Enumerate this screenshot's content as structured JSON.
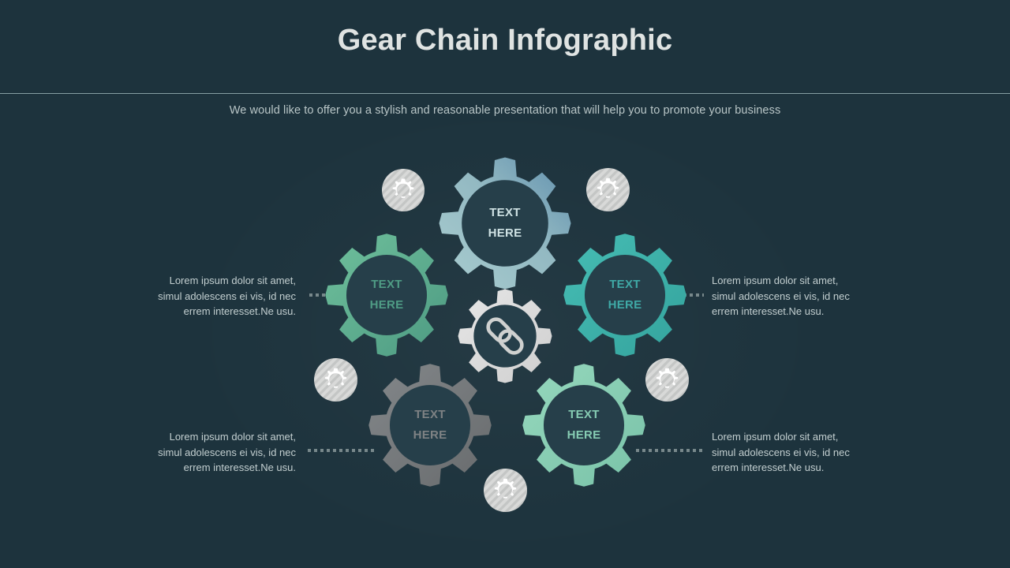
{
  "header": {
    "title": "Gear Chain Infographic",
    "subtitle": "We would like to offer you a stylish and reasonable presentation that will help you to promote your business"
  },
  "colors": {
    "background": "#1d333d",
    "title": "#dfe3e2",
    "subtitle": "#b9c6c7",
    "divider": "#a9c3c6",
    "body_text": "#c3cfd0",
    "dot_connector": "#8b9a9c",
    "gear_top": "#9fc0c4",
    "gear_left": "#63b694",
    "gear_right": "#3fb5ad",
    "gear_bottom_left": "#7b7e80",
    "gear_bottom_right": "#8ed3b8",
    "gear_center": "#dcdcdc",
    "small_gear": "#cfd1d0",
    "hub": "#263f4a"
  },
  "gears": [
    {
      "id": "top",
      "line1": "TEXT",
      "line2": "HERE",
      "label_color": "#cfe2e4",
      "fill": "#9fc0c4",
      "fill_alt": "#6f9bb5"
    },
    {
      "id": "left",
      "line1": "TEXT",
      "line2": "HERE",
      "label_color": "#4f9c85",
      "fill": "#63b694",
      "fill_alt": "#4e9d85"
    },
    {
      "id": "right",
      "line1": "TEXT",
      "line2": "HERE",
      "label_color": "#3fa9a6",
      "fill": "#3fb5ad",
      "fill_alt": "#35a6a0"
    },
    {
      "id": "bottom-left",
      "line1": "TEXT",
      "line2": "HERE",
      "label_color": "#7e8284",
      "fill": "#7b7e80",
      "fill_alt": "#6a6d6f"
    },
    {
      "id": "bottom-right",
      "line1": "TEXT",
      "line2": "HERE",
      "label_color": "#86ccb3",
      "fill": "#8ed3b8",
      "fill_alt": "#7cc5ab"
    }
  ],
  "center_gear": {
    "icon": "chain-link-icon",
    "fill": "#dcdcdc"
  },
  "small_gears": [
    {
      "id": "sg-top-left",
      "icon": "gear-icon"
    },
    {
      "id": "sg-top-right",
      "icon": "gear-icon"
    },
    {
      "id": "sg-mid-left",
      "icon": "gear-icon"
    },
    {
      "id": "sg-mid-right",
      "icon": "gear-icon"
    },
    {
      "id": "sg-bottom",
      "icon": "gear-icon"
    }
  ],
  "captions": [
    {
      "id": "caption-left-middle",
      "align": "right",
      "line1": "Lorem ipsum dolor sit amet,",
      "line2": "simul adolescens ei vis, id nec",
      "line3": "errem interesset.Ne usu."
    },
    {
      "id": "caption-right-middle",
      "align": "left",
      "line1": "Lorem ipsum dolor sit amet,",
      "line2": "simul adolescens ei vis, id nec",
      "line3": "errem interesset.Ne usu."
    },
    {
      "id": "caption-left-bottom",
      "align": "right",
      "line1": "Lorem ipsum dolor sit amet,",
      "line2": "simul adolescens ei vis, id nec",
      "line3": "errem interesset.Ne usu."
    },
    {
      "id": "caption-right-bottom",
      "align": "left",
      "line1": "Lorem ipsum dolor sit amet,",
      "line2": "simul adolescens ei vis, id nec",
      "line3": "errem interesset.Ne usu."
    }
  ]
}
